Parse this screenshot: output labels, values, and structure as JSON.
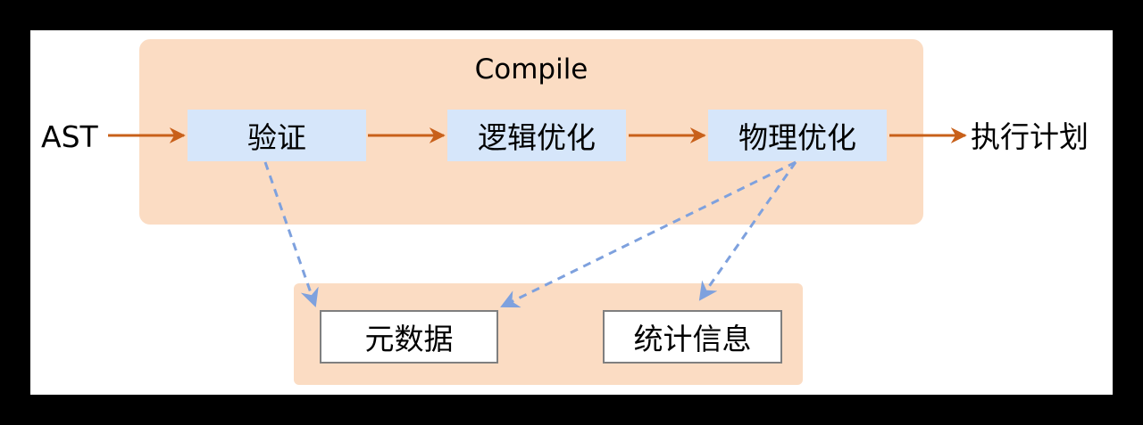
{
  "diagram": {
    "input_label": "AST",
    "output_label": "执行计划",
    "compile_group": {
      "title": "Compile",
      "stages": [
        "验证",
        "逻辑优化",
        "物理优化"
      ]
    },
    "store_group": {
      "items": [
        "元数据",
        "统计信息"
      ]
    },
    "edges": [
      {
        "from": "AST",
        "to": "验证",
        "style": "solid"
      },
      {
        "from": "验证",
        "to": "逻辑优化",
        "style": "solid"
      },
      {
        "from": "逻辑优化",
        "to": "物理优化",
        "style": "solid"
      },
      {
        "from": "物理优化",
        "to": "执行计划",
        "style": "solid"
      },
      {
        "from": "验证",
        "to": "元数据",
        "style": "dashed"
      },
      {
        "from": "物理优化",
        "to": "元数据",
        "style": "dashed"
      },
      {
        "from": "物理优化",
        "to": "统计信息",
        "style": "dashed"
      }
    ],
    "colors": {
      "background": "#000000",
      "canvas": "#ffffff",
      "group_fill": "#fbdcc3",
      "stage_fill": "#d6e6fa",
      "flow_arrow": "#c8601a",
      "dependency_arrow": "#7ea1de",
      "store_border": "#7f7f7f"
    }
  }
}
